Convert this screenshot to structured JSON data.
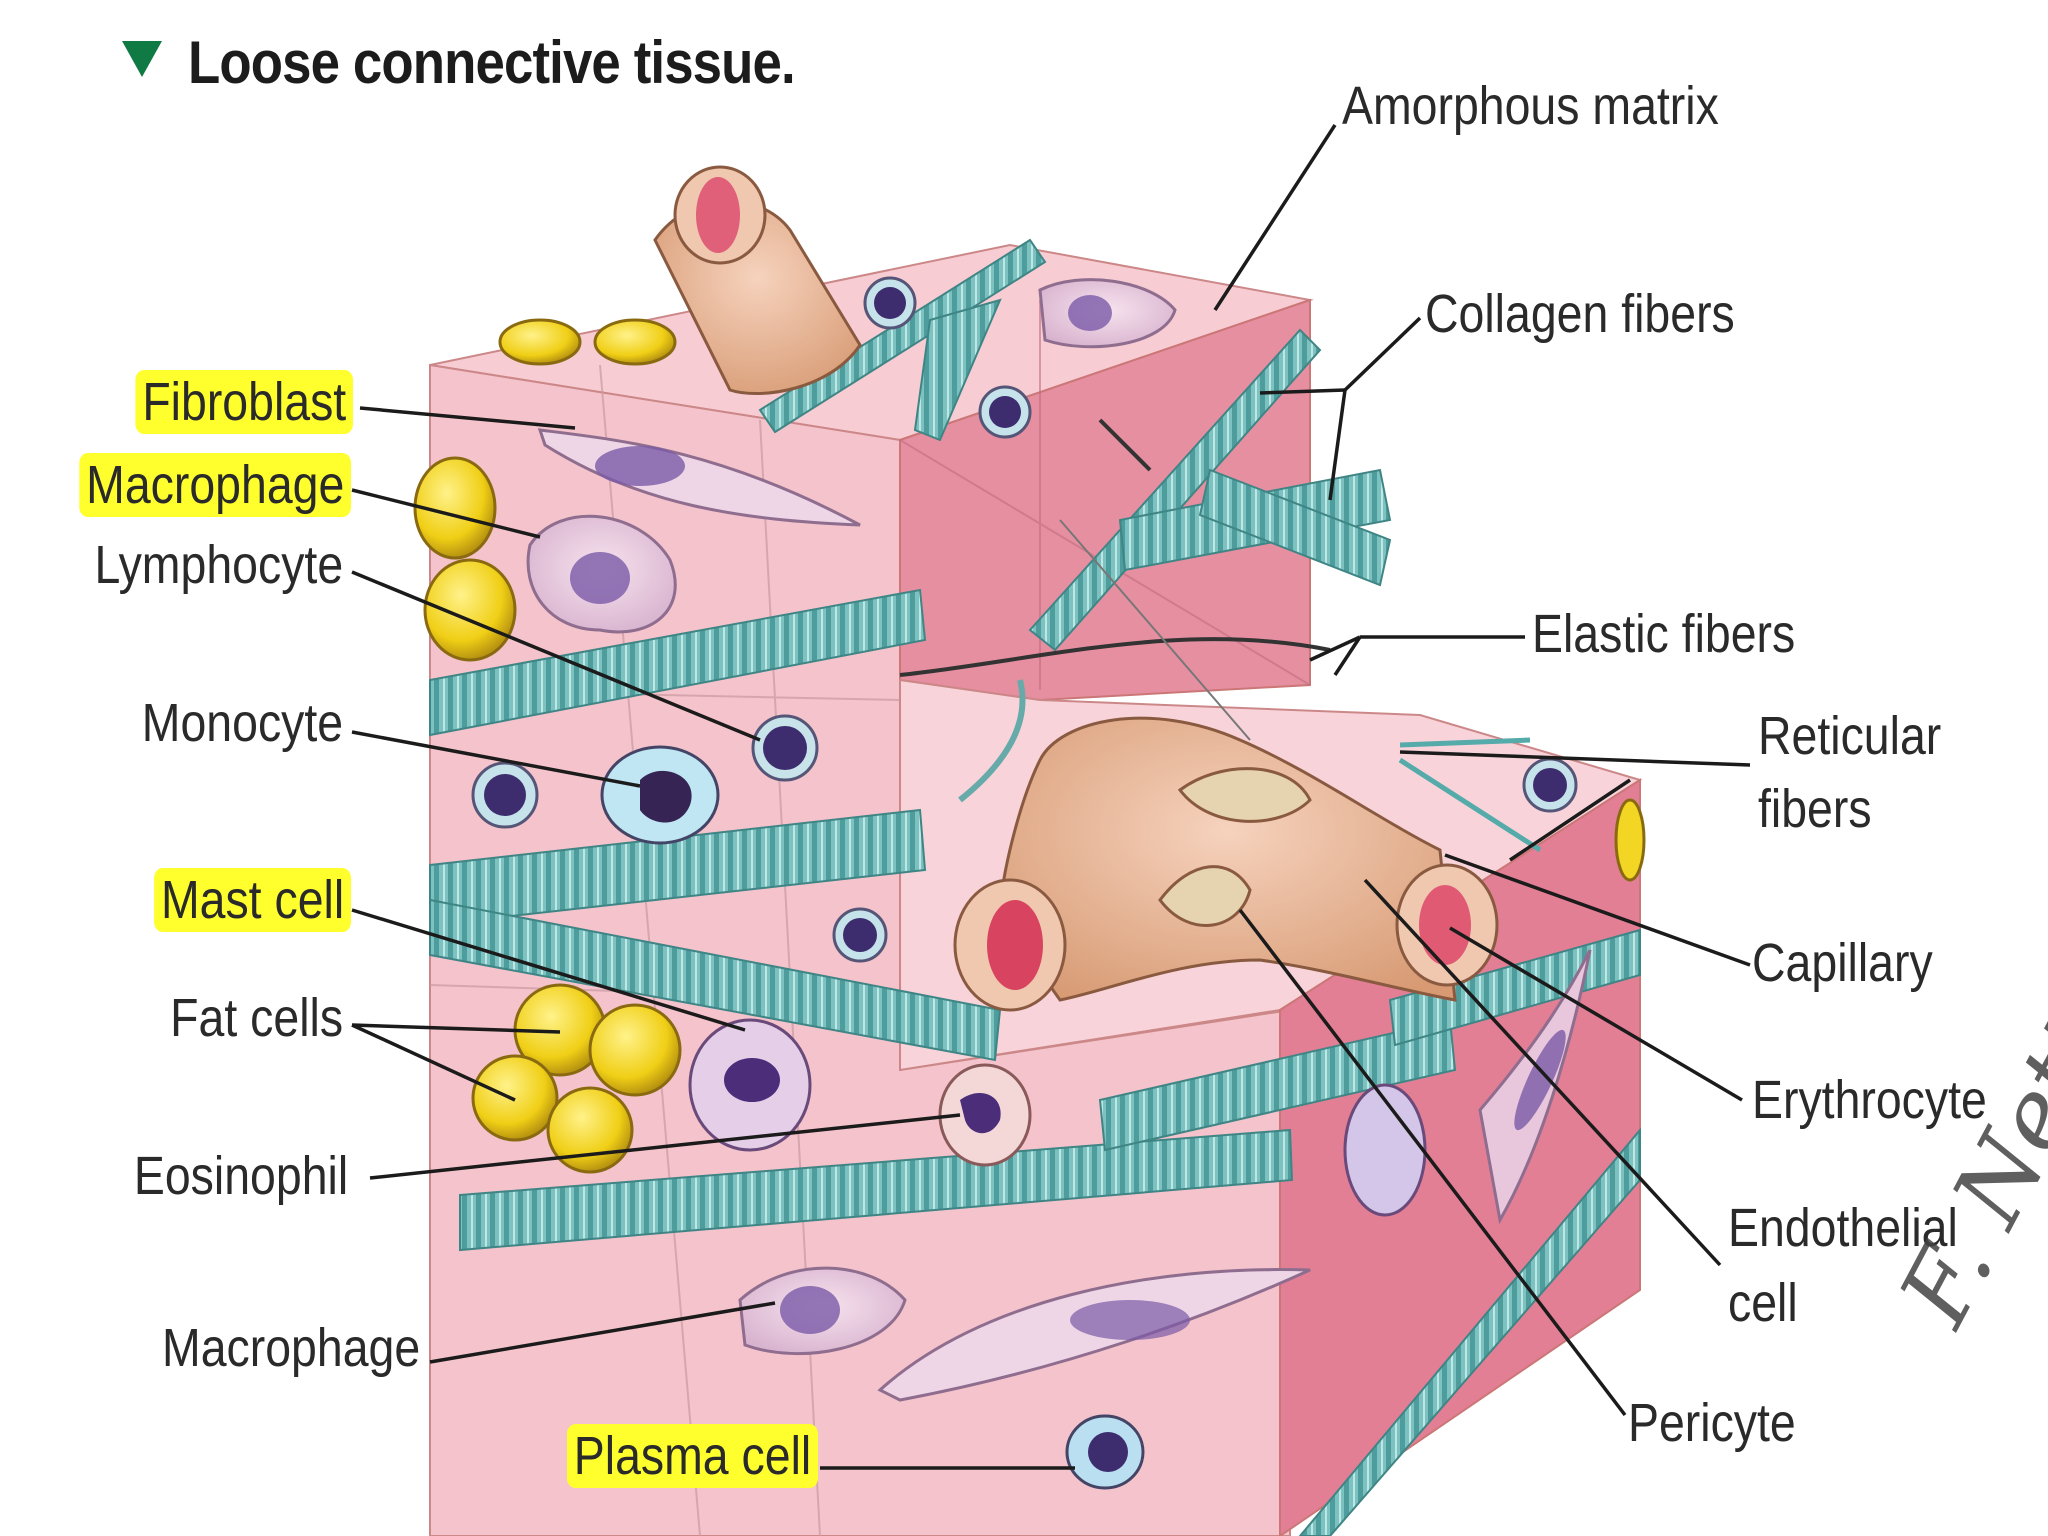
{
  "title": "Loose connective tissue.",
  "labels_left": {
    "fibroblast": "Fibroblast",
    "macrophage_top": "Macrophage",
    "lymphocyte": "Lymphocyte",
    "monocyte": "Monocyte",
    "mast_cell": "Mast cell",
    "fat_cells": "Fat cells",
    "eosinophil": "Eosinophil",
    "macrophage_bottom": "Macrophage",
    "plasma_cell": "Plasma cell"
  },
  "labels_right": {
    "amorphous_matrix": "Amorphous matrix",
    "collagen_fibers": "Collagen fibers",
    "elastic_fibers": "Elastic fibers",
    "reticular_fibers_1": "Reticular",
    "reticular_fibers_2": "fibers",
    "capillary": "Capillary",
    "erythrocyte": "Erythrocyte",
    "endothelial_1": "Endothelial",
    "endothelial_2": "cell",
    "pericyte": "Pericyte"
  },
  "signature": "F. Netter",
  "colors": {
    "highlight": "#ffff2e",
    "title_marker": "#0f7a43",
    "tissue_light": "#f4c6cc",
    "tissue_dark": "#e58c9c",
    "fiber": "#6fb7b6",
    "fat": "#f3d523",
    "nucleus": "#4b2d7a"
  }
}
